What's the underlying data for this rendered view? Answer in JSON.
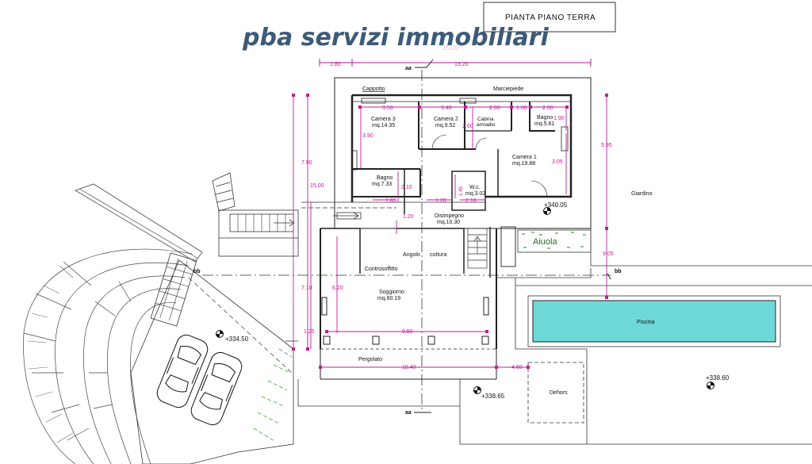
{
  "header": {
    "brand": "pba servizi immobiliari",
    "brand_color": "#3d5a78",
    "sheet_title": "PIANTA PIANO TERRA",
    "faded_dim": "15.00"
  },
  "section_marks": {
    "aa_top": "aa",
    "aa_bottom": "aa",
    "bb_left": "bb",
    "bb_right": "bb"
  },
  "colors": {
    "dimension": "#c21a9a",
    "pool": "#6fd8d8",
    "hedge": "#2fae2f",
    "line": "#222222"
  },
  "rooms": {
    "cappotto": "Cappotto",
    "marciapiede": "Marciepiede",
    "camera3_name": "Camera  3",
    "camera3_area": "mq.14.35",
    "camera2_name": "Camera  2",
    "camera2_area": "mq.9.52",
    "cabina_1": "Cabina",
    "cabina_2": "armadio",
    "bagno1_name": "Bagno",
    "bagno1_area": "mq.5.81",
    "camera1_name": "Camera  1",
    "camera1_area": "mq.19.88",
    "bagno2_name": "Bagno",
    "bagno2_area": "mq.7.33",
    "wc_name": "W.c.",
    "wc_area": "mq.3.02",
    "disimpegno_name": "Disimpegno",
    "disimpegno_area": "mq.10.30",
    "angolo_1": "Angolo",
    "angolo_2": "cottura",
    "controsoffitto": "Controsoffitto",
    "soggiorno_name": "Soggiorno",
    "soggiorno_area": "mq.60.19",
    "pergolato": "Pergolato",
    "giardino": "Giardino",
    "aiuola": "Aiuola",
    "piscina": "Piscina",
    "dehors": "Dehors"
  },
  "elevations": {
    "e1": "+340.05",
    "e2": "+334.50",
    "e3": "+338.65",
    "e4": "+338.60"
  },
  "dimensions": {
    "d_1_80": "1.80",
    "d_13_20": "13.20",
    "d_3_50": "3.50",
    "d_3_40": "3.40",
    "d_2_00a": "2.00",
    "d_1_00": "1.00",
    "d_2_00b": "2.00",
    "d_3_90": "3.90",
    "d_2_60": "2.60",
    "d_1_90": "1.90",
    "d_3_05": "3.05",
    "d_2_10a": "2.10",
    "d_1_85": "1.85",
    "d_1_20a": "1.20",
    "d_1_45": "1.45",
    "d_2_10b": "2.10",
    "d_1_20b": "1.20",
    "d_7_90": "7.90",
    "d_15_00": "15.00",
    "d_5_95": "5.95",
    "d_9_05": "9.05",
    "d_7_10": "7.10",
    "d_6_20": "6.20",
    "d_1_25": "1.25",
    "d_9_50": "9.50",
    "d_10_40": "10.40",
    "d_4_60": "4.60"
  }
}
